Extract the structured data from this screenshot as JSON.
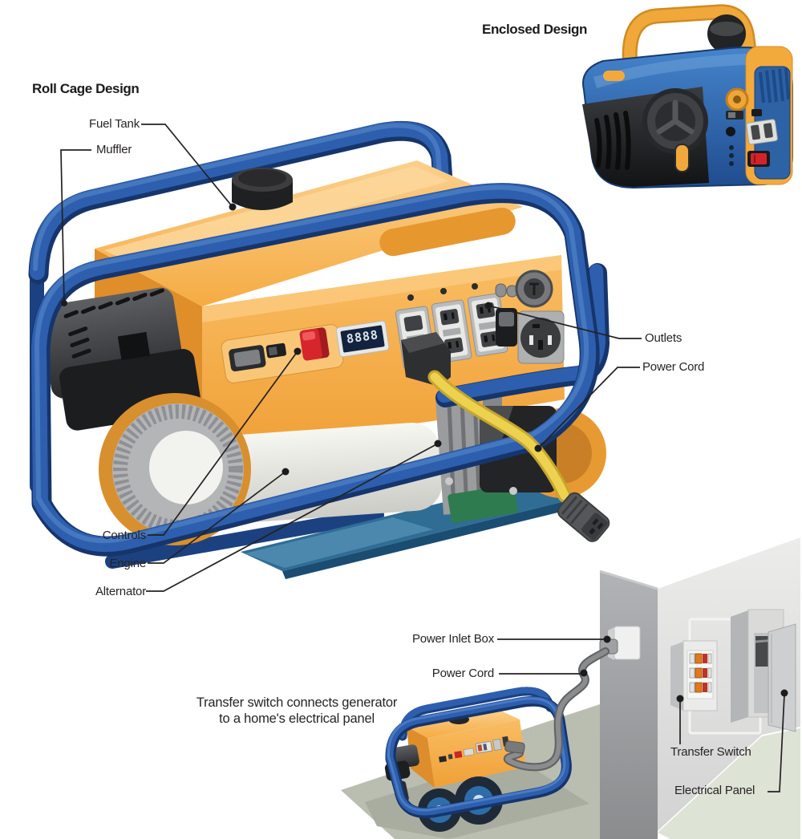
{
  "diagram": {
    "titles": {
      "roll_cage": "Roll Cage Design",
      "enclosed": "Enclosed Design"
    },
    "callouts": {
      "fuel_tank": "Fuel Tank",
      "muffler": "Muffler",
      "controls": "Controls",
      "engine": "Engine",
      "alternator": "Alternator",
      "outlets": "Outlets",
      "power_cord": "Power Cord",
      "power_inlet_box": "Power Inlet Box",
      "power_cord_wall": "Power Cord",
      "transfer_switch": "Transfer Switch",
      "electrical_panel": "Electrical Panel"
    },
    "caption": {
      "line1": "Transfer switch connects generator",
      "line2": "to a home's electrical panel"
    },
    "meter": {
      "value": "8888"
    },
    "colors": {
      "frame_blue": "#2d5fae",
      "frame_navy": "#16356b",
      "body_orange": "#f6ad4a",
      "cord_yellow": "#e9d24e",
      "switch_red": "#d5262c",
      "wall_gray": "#a7a8aa",
      "floor_green": "#b9beb0",
      "leader_black": "#242122"
    }
  }
}
